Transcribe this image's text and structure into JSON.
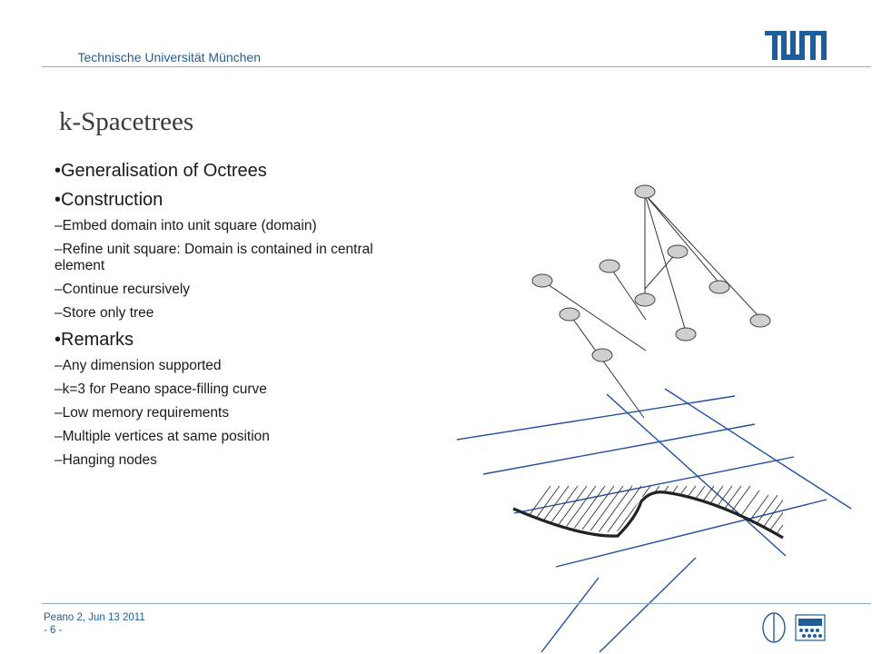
{
  "header": {
    "institution": "Technische Universität München",
    "logo": "TUM"
  },
  "title": "k-Spacetrees",
  "bullets": [
    {
      "level": 1,
      "text": "•Generalisation of Octrees"
    },
    {
      "level": 1,
      "text": "•Construction"
    },
    {
      "level": 2,
      "text": "–Embed domain into unit square (domain)"
    },
    {
      "level": 2,
      "text": "–Refine unit square: Domain is contained in central element"
    },
    {
      "level": 2,
      "text": "–Continue recursively"
    },
    {
      "level": 2,
      "text": "–Store only tree"
    },
    {
      "level": 1,
      "text": "•Remarks"
    },
    {
      "level": 2,
      "text": "–Any dimension supported"
    },
    {
      "level": 2,
      "text": "–k=3 for Peano space-filling curve"
    },
    {
      "level": 2,
      "text": "–Low memory requirements"
    },
    {
      "level": 2,
      "text": "–Multiple vertices at same position"
    },
    {
      "level": 2,
      "text": "–Hanging nodes"
    }
  ],
  "footer": {
    "line1": "Peano 2, Jun 13 2011",
    "line2": "- 6 -"
  },
  "colors": {
    "accent": "#1f5d99",
    "node_fill": "#cfcfcf",
    "grid_line": "#1f4fa0"
  },
  "icons": [
    "tum-logo-icon",
    "navigation-icon",
    "lecture-hall-icon"
  ]
}
